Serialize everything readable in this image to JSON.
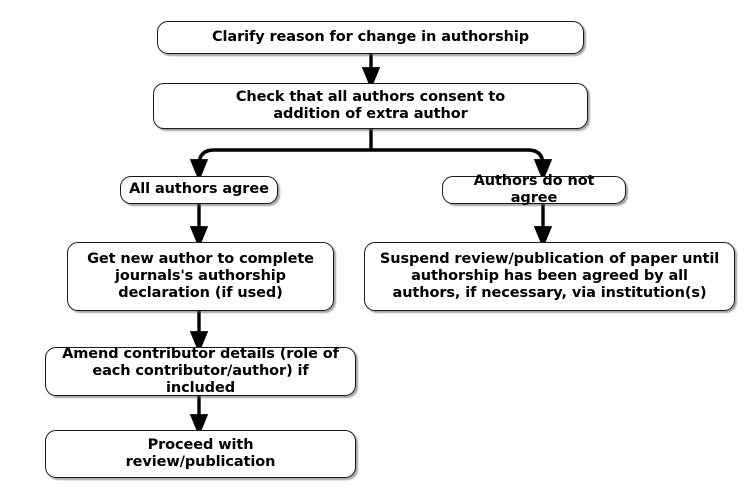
{
  "diagram": {
    "title": "Change in authorship flowchart",
    "background": "#ffffff",
    "line_color": "#000000",
    "node_border_color": "#1a1a1a",
    "node_fill": "#ffffff",
    "text_color": "#000000"
  },
  "nodes": {
    "clarify": {
      "id": "clarify",
      "label": "Clarify reason for change in authorship",
      "lines": [
        "Clarify reason for change in authorship"
      ]
    },
    "check": {
      "id": "check",
      "label": "Check that all authors consent to addition of extra author",
      "lines": [
        "Check that all authors consent to",
        "addition of extra author"
      ]
    },
    "all_agree": {
      "id": "all_agree",
      "label": "All authors agree",
      "lines": [
        "All authors agree"
      ]
    },
    "not_agree": {
      "id": "not_agree",
      "label": "Authors do not agree",
      "lines": [
        "Authors do not agree"
      ]
    },
    "get_author": {
      "id": "get_author",
      "label": "Get new author to complete journals's authorship declaration (if used)",
      "lines": [
        "Get new author to complete",
        "journals's authorship",
        "declaration (if used)"
      ]
    },
    "suspend": {
      "id": "suspend",
      "label": "Suspend review/publication of paper until authorship has been agreed by all authors, if necessary, via institution(s)",
      "lines": [
        "Suspend review/publication of paper until",
        "authorship has been agreed by all",
        "authors, if necessary, via institution(s)"
      ]
    },
    "amend": {
      "id": "amend",
      "label": "Amend contributor details (role of each contributor/author) if included",
      "lines": [
        "Amend contributor details (role of",
        "each contributor/author) if included"
      ]
    },
    "proceed": {
      "id": "proceed",
      "label": "Proceed with review/publication",
      "lines": [
        "Proceed with",
        "review/publication"
      ]
    }
  },
  "edges": [
    {
      "from": "clarify",
      "to": "check",
      "type": "straight-arrow"
    },
    {
      "from": "check",
      "to": "all_agree",
      "type": "branch-left-arrow"
    },
    {
      "from": "check",
      "to": "not_agree",
      "type": "branch-right-arrow"
    },
    {
      "from": "all_agree",
      "to": "get_author",
      "type": "straight-arrow"
    },
    {
      "from": "not_agree",
      "to": "suspend",
      "type": "straight-arrow"
    },
    {
      "from": "get_author",
      "to": "amend",
      "type": "straight-arrow"
    },
    {
      "from": "amend",
      "to": "proceed",
      "type": "straight-arrow"
    }
  ]
}
